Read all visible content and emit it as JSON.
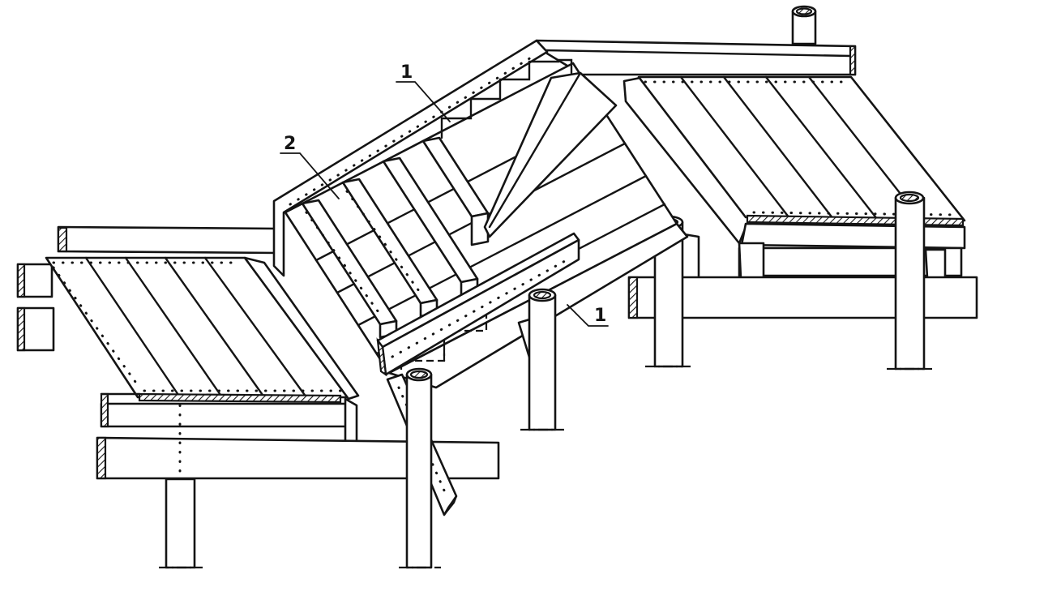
{
  "callouts": [
    {
      "text": "1"
    },
    {
      "text": "2"
    },
    {
      "text": "1"
    }
  ]
}
